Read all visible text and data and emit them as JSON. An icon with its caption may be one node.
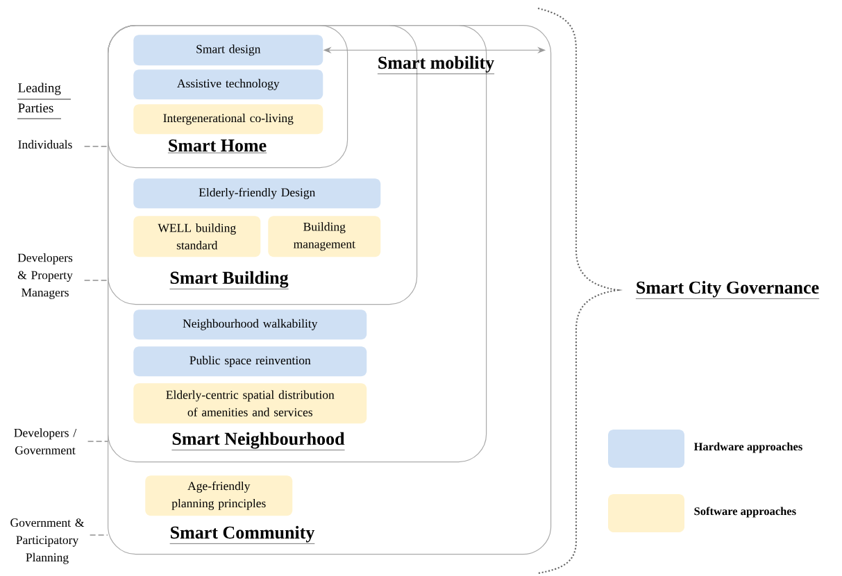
{
  "diagram": {
    "nodes": [
      {
        "text": [
          "Smart Community"
        ]
      },
      {
        "text": [
          "Smart Neighbourhood"
        ],
        "in": 0
      },
      {
        "text": [
          "Smart Building"
        ],
        "in": 1
      },
      {
        "text": [
          "Smart Home"
        ],
        "in": 2
      },
      {
        "text": [
          "Smart design"
        ],
        "in": 3
      },
      {
        "text": [
          "Assistive technology"
        ],
        "in": 3
      },
      {
        "text": [
          "Intergenerational co-living"
        ],
        "in": 3
      },
      {
        "text": [
          "Elderly-friendly Design"
        ],
        "in": 2
      },
      {
        "text": [
          "WELL building standard"
        ],
        "in": 2
      },
      {
        "text": [
          "Building management"
        ],
        "in": 2
      },
      {
        "text": [
          "Neighbourhood walkability"
        ],
        "in": 1
      },
      {
        "text": [
          "Public space reinvention"
        ],
        "in": 1
      },
      {
        "text": [
          "Elderly-centric spatial distribution of amenities and services"
        ],
        "in": 1
      },
      {
        "text": [
          "Age-friendly planning principles"
        ],
        "in": 0
      },
      {
        "text": [
          "Individuals"
        ]
      },
      {
        "text": [
          "Developers & Property Managers"
        ]
      },
      {
        "text": [
          "Developers / Government"
        ]
      },
      {
        "text": [
          "Government & Participatory Planning"
        ]
      },
      {
        "text": [
          "Smart City Governance"
        ]
      }
    ],
    "edges": [
      {
        "from": 4,
        "to": 0,
        "arrow": "both",
        "label": "Smart mobility",
        "color": "#999999"
      },
      {
        "from": 14,
        "to": 3,
        "arrow": "none",
        "style": "dashed"
      },
      {
        "from": 15,
        "to": 2,
        "arrow": "none",
        "style": "dashed"
      },
      {
        "from": 16,
        "to": 1,
        "arrow": "none",
        "style": "dashed"
      },
      {
        "from": 17,
        "to": 0,
        "arrow": "none",
        "style": "dashed"
      }
    ],
    "labels": [
      "Leading Parties"
    ],
    "legend": [
      {
        "text": "Hardware approaches",
        "color": "#cfe0f4"
      },
      {
        "text": "Software approaches",
        "color": "#fff2cc"
      }
    ]
  }
}
